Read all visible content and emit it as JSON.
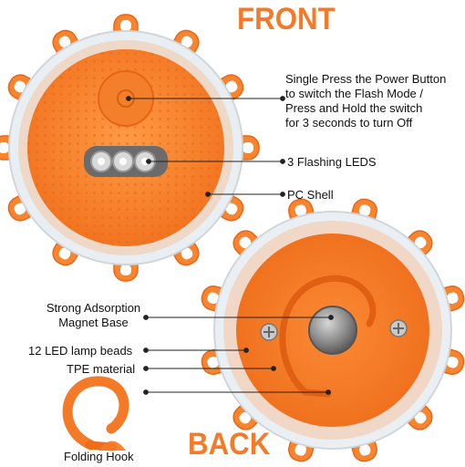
{
  "titles": {
    "front": "FRONT",
    "back": "BACK"
  },
  "labels": {
    "power_line1": "Single Press the Power Button",
    "power_line2": "to switch the Flash Mode /",
    "power_line3": "Press and Hold the switch",
    "power_line4": "for 3 seconds to turn Off",
    "leds": "3 Flashing LEDS",
    "shell": "PC Shell",
    "magnet_line1": "Strong Adsorption",
    "magnet_line2": "Magnet Base",
    "beads": "12 LED lamp beads",
    "tpe": "TPE material",
    "hook": "Folding Hook"
  },
  "colors": {
    "accent": "#f47a28",
    "orange_body": "#f7852f",
    "orange_dark": "#e8661a",
    "text": "#111111"
  }
}
